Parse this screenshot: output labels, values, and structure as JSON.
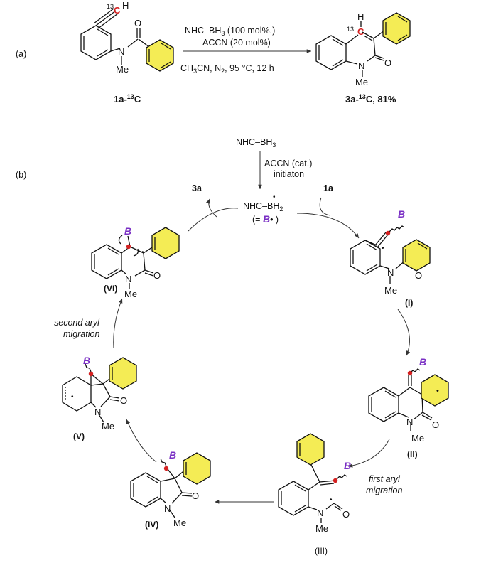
{
  "panel_a": {
    "label": "(a)",
    "reagents": {
      "line1": "NHC–BH",
      "line1_sub": "3",
      "line1_tail": " (100 mol%.)",
      "line2": "ACCN (20 mol%)",
      "conditions_parts": [
        "CH",
        "3",
        "CN, N",
        "2",
        ", 95 °C, 12 h"
      ]
    },
    "reactant": {
      "name_main": "1a-",
      "name_sup": "13",
      "name_tail": "C",
      "isotope_label": "13",
      "h_atom": "H",
      "c_atom": "C",
      "n_atom": "N",
      "o_atom": "O",
      "me": "Me"
    },
    "product": {
      "name_main": "3a-",
      "name_sup": "13",
      "name_tail": "C, 81%",
      "isotope_label": "13",
      "h_atom": "H",
      "c_atom": "C",
      "n_atom": "N",
      "o_atom": "O",
      "me": "Me"
    }
  },
  "panel_b": {
    "label": "(b)",
    "start_reagent": {
      "main": "NHC–BH",
      "sub": "3"
    },
    "initiation": {
      "line1": "ACCN (cat.)",
      "line2": "initiaton"
    },
    "radical": {
      "main": "NHC–BH",
      "sub": "2",
      "dot": "•",
      "equals": "(= ",
      "b": "B",
      "bdot": "• )"
    },
    "label_3a": "3a",
    "label_1a": "1a",
    "b_symbol": "B",
    "radical_dot": "•",
    "me": "Me",
    "n_atom": "N",
    "o_atom": "O",
    "intermediates": {
      "I": "(I)",
      "II": "(II)",
      "III": "(III)",
      "IV": "(IV)",
      "V": "(V)",
      "VI": "(VI)"
    },
    "step_first": {
      "line1": "first aryl",
      "line2": "migration"
    },
    "step_second": {
      "line1": "second aryl",
      "line2": "migration"
    }
  },
  "colors": {
    "phenyl_fill": "#f4ec55",
    "boron_purple": "#7a2fc4",
    "radical_red": "#d42020"
  }
}
